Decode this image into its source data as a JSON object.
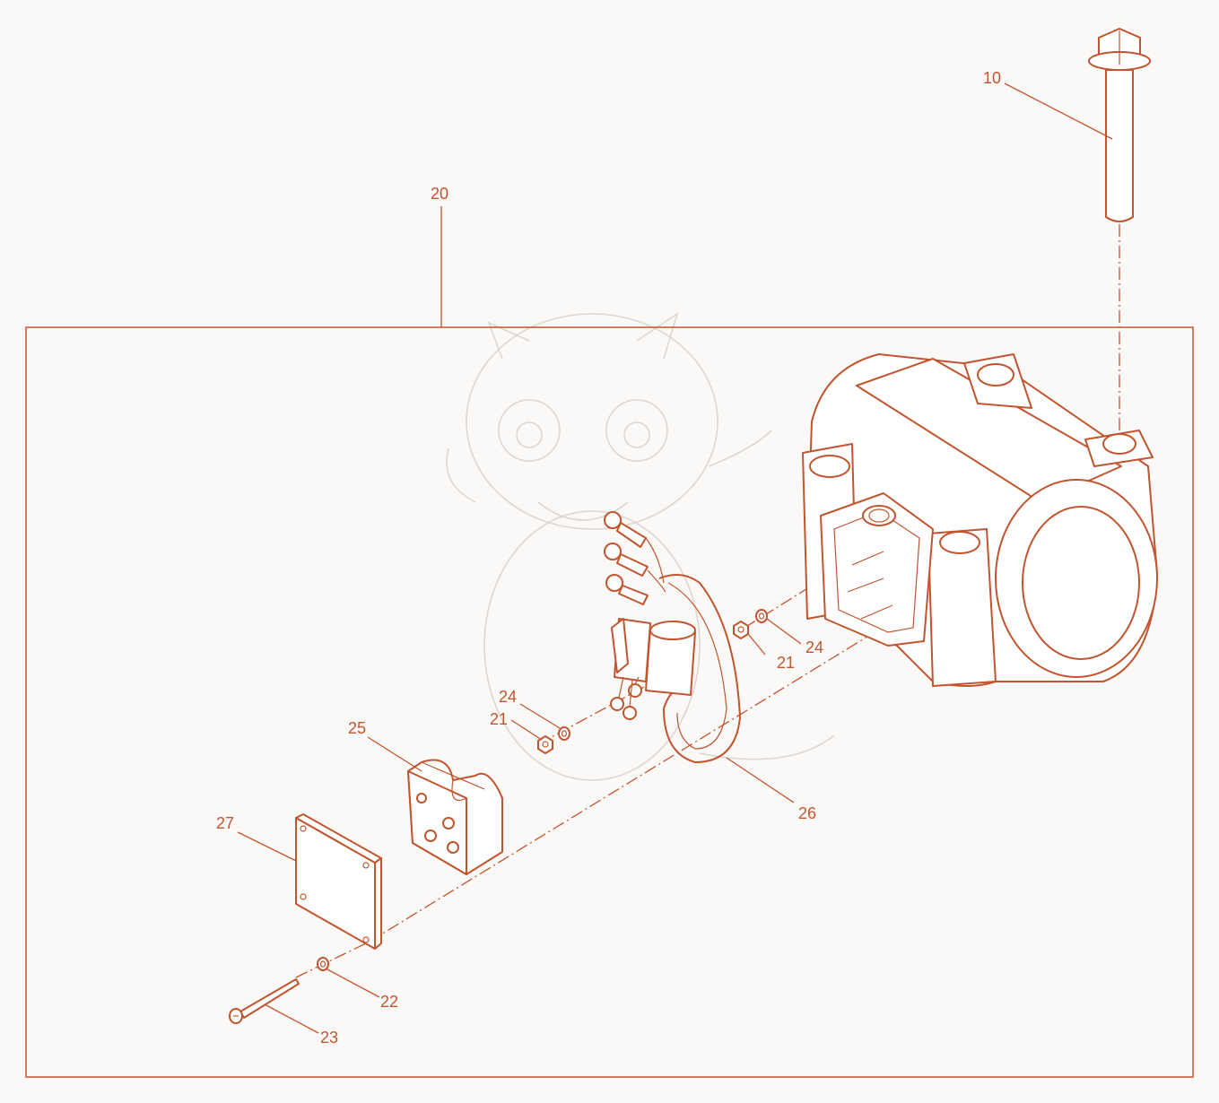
{
  "diagram": {
    "title": "",
    "accent_color": "#c0552f",
    "callouts": [
      {
        "id": "label-10",
        "text": "10"
      },
      {
        "id": "label-20",
        "text": "20"
      },
      {
        "id": "label-21a",
        "text": "21"
      },
      {
        "id": "label-24a",
        "text": "24"
      },
      {
        "id": "label-24b",
        "text": "24"
      },
      {
        "id": "label-21b",
        "text": "21"
      },
      {
        "id": "label-25",
        "text": "25"
      },
      {
        "id": "label-26",
        "text": "26"
      },
      {
        "id": "label-27",
        "text": "27"
      },
      {
        "id": "label-22",
        "text": "22"
      },
      {
        "id": "label-23",
        "text": "23"
      }
    ],
    "parts": [
      {
        "number": "10",
        "description": "bolt"
      },
      {
        "number": "20",
        "description": "assembly group"
      },
      {
        "number": "21",
        "description": "nut"
      },
      {
        "number": "22",
        "description": "washer"
      },
      {
        "number": "23",
        "description": "screw"
      },
      {
        "number": "24",
        "description": "washer"
      },
      {
        "number": "25",
        "description": "grommet block"
      },
      {
        "number": "26",
        "description": "wire harness"
      },
      {
        "number": "27",
        "description": "cover plate"
      }
    ]
  }
}
